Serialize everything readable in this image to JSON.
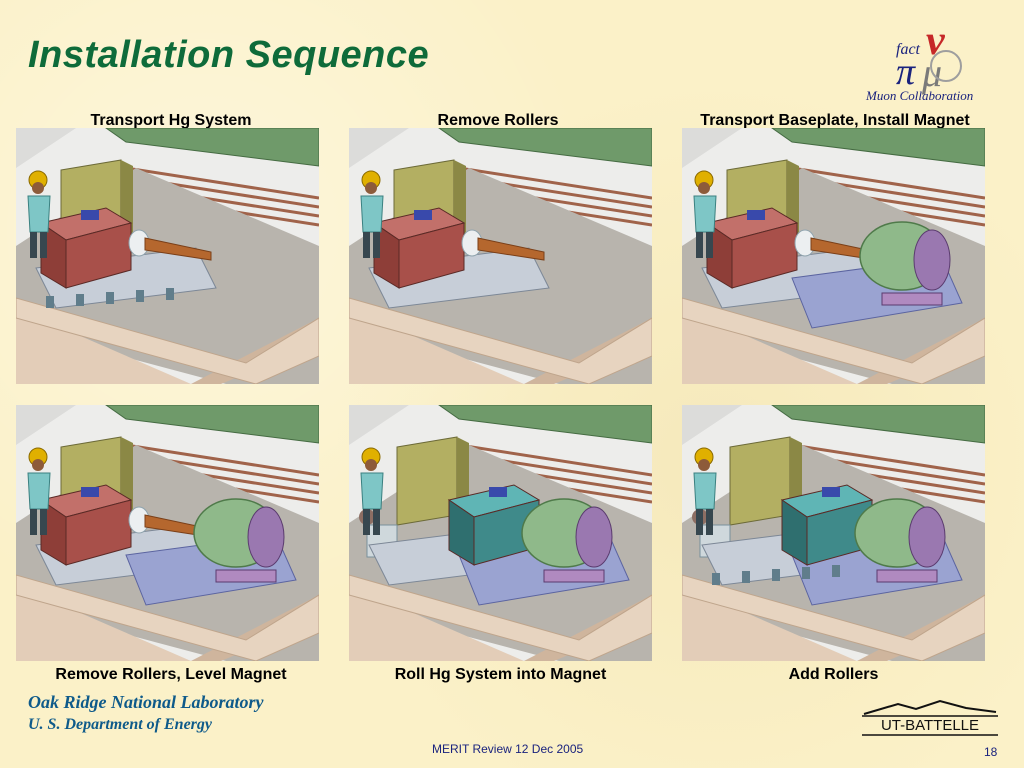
{
  "title": "Installation Sequence",
  "logo": {
    "top_word": "fact",
    "caption": "Muon Collaboration",
    "icon": "nufact-logo"
  },
  "panels": [
    {
      "label": "Transport Hg System",
      "step": 1,
      "magnet": false,
      "rollers": true,
      "left_trough": false,
      "hg_inserted": false
    },
    {
      "label": "Remove Rollers",
      "step": 2,
      "magnet": false,
      "rollers": false,
      "left_trough": false,
      "hg_inserted": false
    },
    {
      "label": "Transport Baseplate, Install Magnet",
      "step": 3,
      "magnet": true,
      "rollers": false,
      "left_trough": false,
      "hg_inserted": false
    },
    {
      "label": "Remove Rollers, Level Magnet",
      "step": 4,
      "magnet": true,
      "rollers": false,
      "left_trough": false,
      "hg_inserted": false
    },
    {
      "label": "Roll Hg System into Magnet",
      "step": 5,
      "magnet": true,
      "rollers": false,
      "left_trough": true,
      "hg_inserted": true
    },
    {
      "label": "Add Rollers",
      "step": 6,
      "magnet": true,
      "rollers": true,
      "left_trough": true,
      "hg_inserted": true
    }
  ],
  "org": {
    "line1": "Oak Ridge National Laboratory",
    "line2": "U. S. Department of Energy"
  },
  "footer": {
    "center": "MERIT Review 12 Dec 2005",
    "page": "18"
  },
  "ut_logo": {
    "text": "UT-BATTELLE",
    "icon": "mountain-logo"
  },
  "colors": {
    "title": "#0e6b3a",
    "org_text": "#0e5a8a",
    "background": "#fbf1c8",
    "hg_box": "#a8504a",
    "magnet": "#8fb98a"
  }
}
